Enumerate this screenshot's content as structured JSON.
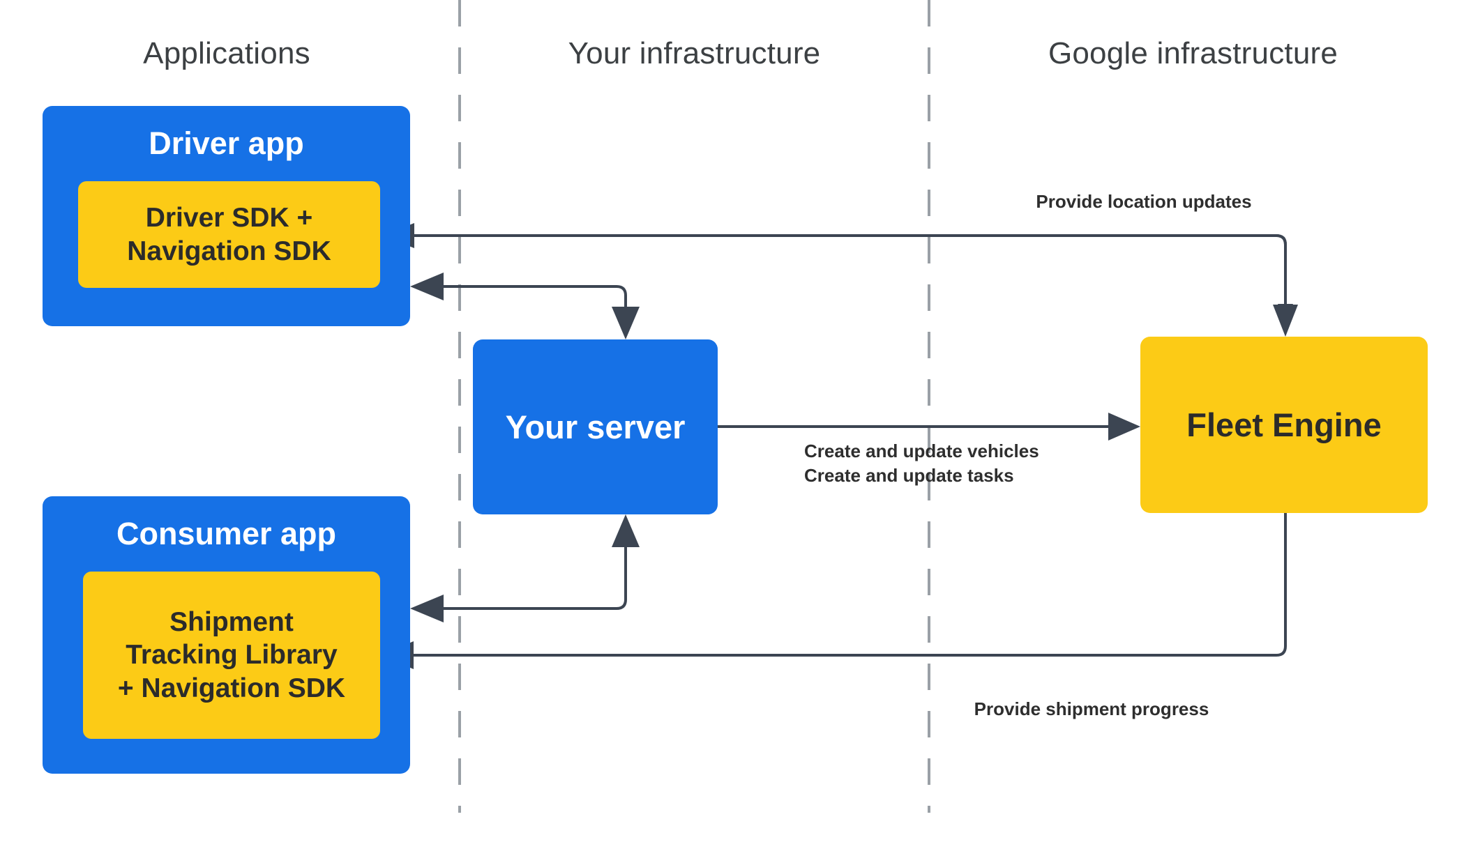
{
  "diagram": {
    "title": "Fleet Engine ridesharing / shipment tracking architecture",
    "background_color": "#ffffff",
    "colors": {
      "app_blue": "#1671E6",
      "sdk_yellow": "#FCCB16",
      "connector_gray": "#3c4552",
      "divider_gray": "#9aa0a6",
      "header_text": "#3c4043",
      "label_text": "#2e2e2e"
    },
    "columns": [
      {
        "id": "applications",
        "label": "Applications"
      },
      {
        "id": "your-infrastructure",
        "label": "Your infrastructure"
      },
      {
        "id": "google-infrastructure",
        "label": "Google infrastructure"
      }
    ],
    "nodes": [
      {
        "id": "driver-app",
        "label": "Driver app",
        "kind": "app",
        "color": "#1671E6",
        "child": {
          "id": "driver-sdk",
          "kind": "sdk",
          "color": "#FCCB16",
          "lines": [
            "Driver SDK +",
            "Navigation SDK"
          ]
        }
      },
      {
        "id": "consumer-app",
        "label": "Consumer app",
        "kind": "app",
        "color": "#1671E6",
        "child": {
          "id": "shipment-tracking-library",
          "kind": "sdk",
          "color": "#FCCB16",
          "lines": [
            "Shipment",
            "Tracking Library",
            "+ Navigation SDK"
          ]
        }
      },
      {
        "id": "your-server",
        "label": "Your server",
        "kind": "service",
        "color": "#1671E6"
      },
      {
        "id": "fleet-engine",
        "label": "Fleet Engine",
        "kind": "service",
        "color": "#FCCB16"
      }
    ],
    "edges": [
      {
        "id": "location-updates",
        "from": "driver-sdk",
        "to": "fleet-engine",
        "label": "Provide location updates",
        "arrowheads": [
          "driver-sdk",
          "fleet-engine"
        ]
      },
      {
        "id": "driver-server",
        "from": "your-server",
        "to": "driver-app",
        "label": "",
        "arrowheads": [
          "driver-app",
          "your-server"
        ]
      },
      {
        "id": "create-update",
        "from": "your-server",
        "to": "fleet-engine",
        "label_lines": [
          "Create and update vehicles",
          "Create and update tasks"
        ],
        "arrowheads": [
          "fleet-engine"
        ]
      },
      {
        "id": "consumer-server",
        "from": "consumer-app",
        "to": "your-server",
        "label": "",
        "arrowheads": [
          "consumer-app",
          "your-server"
        ]
      },
      {
        "id": "shipment-progress",
        "from": "fleet-engine",
        "to": "shipment-tracking-library",
        "label": "Provide shipment progress",
        "arrowheads": [
          "shipment-tracking-library"
        ]
      }
    ],
    "labels": {
      "provide_location_updates": "Provide location updates",
      "create_and_update_vehicles": "Create and update vehicles",
      "create_and_update_tasks": "Create and update tasks",
      "provide_shipment_progress": "Provide shipment progress"
    }
  }
}
